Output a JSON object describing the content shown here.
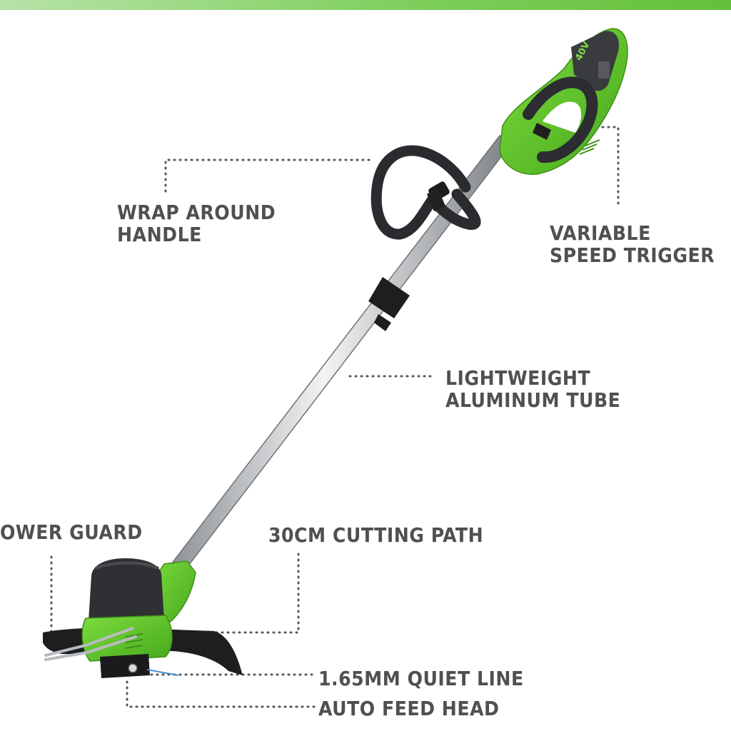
{
  "callouts": {
    "wrap_handle": {
      "line1": "WRAP AROUND",
      "line2": "HANDLE"
    },
    "trigger": {
      "line1": "VARIABLE",
      "line2": "SPEED TRIGGER"
    },
    "tube": {
      "line1": "LIGHTWEIGHT",
      "line2": "ALUMINUM TUBE"
    },
    "guard": {
      "text": "OWER GUARD"
    },
    "cutting_path": {
      "text": "30CM CUTTING PATH"
    },
    "line": {
      "text": "1.65MM QUIET LINE"
    },
    "feed_head": {
      "text": "AUTO FEED HEAD"
    }
  },
  "colors": {
    "brand_green": "#5bc22a",
    "label_gray": "#505050",
    "body_dark": "#2f3033",
    "tube_silver": "#c9ccd0"
  },
  "battery": {
    "text": "40V"
  }
}
